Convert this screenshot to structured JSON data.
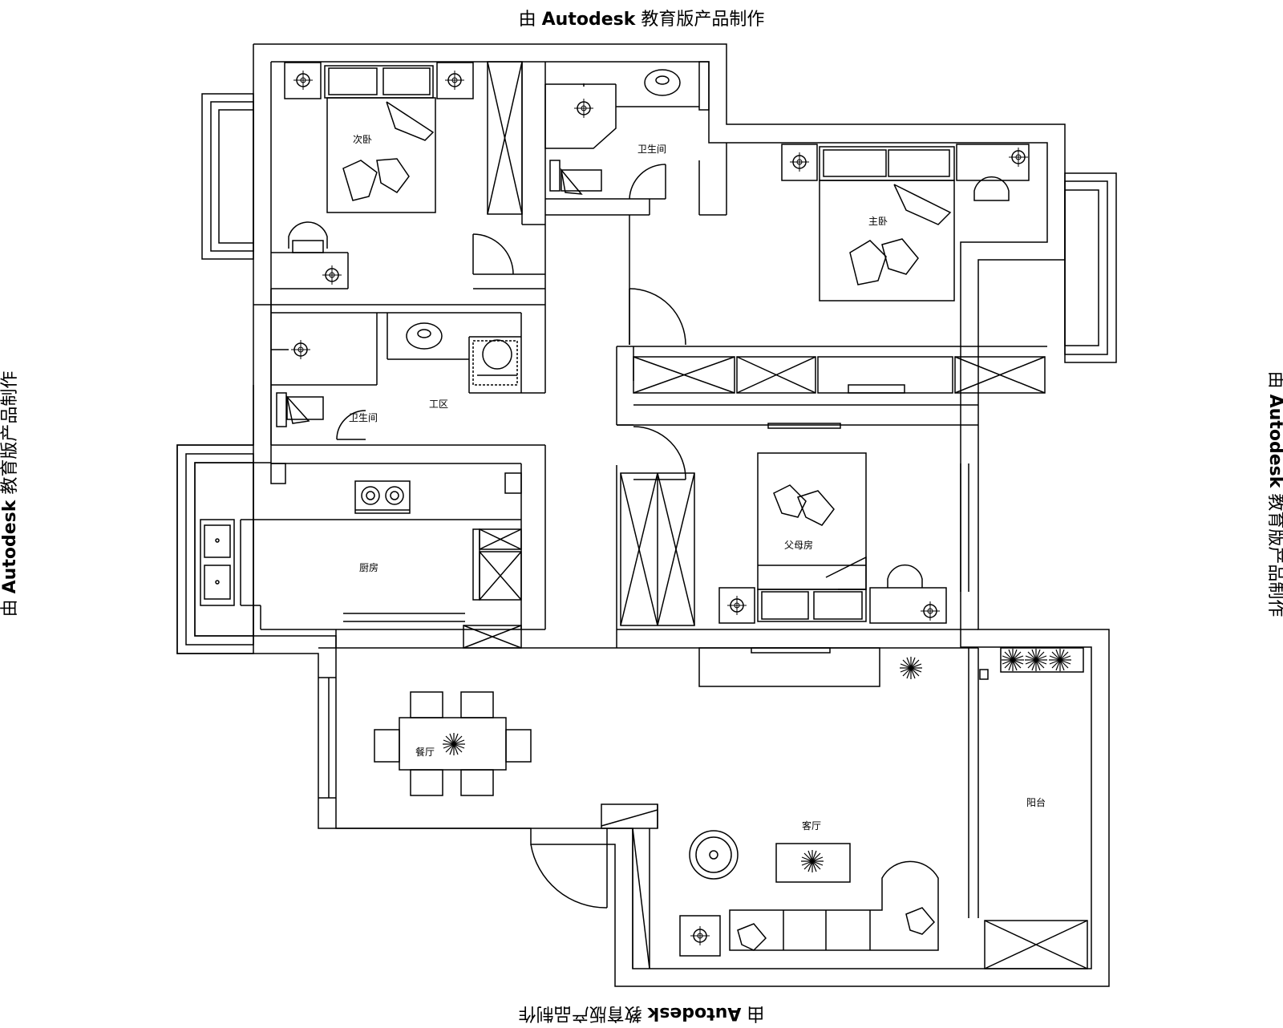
{
  "watermark": {
    "prefix": "由",
    "brand": "Autodesk",
    "suffix": "教育版产品制作"
  },
  "rooms": {
    "second_bedroom": "次卧",
    "bathroom_top": "卫生间",
    "master_bedroom": "主卧",
    "bathroom_mid": "卫生间",
    "work_area": "工区",
    "kitchen": "厨房",
    "parents_room": "父母房",
    "dining_room": "餐厅",
    "living_room": "客厅",
    "balcony": "阳台"
  }
}
